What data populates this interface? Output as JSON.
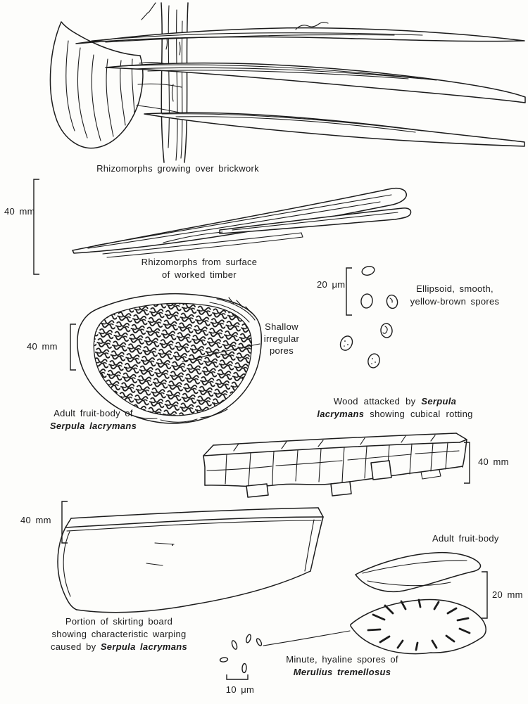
{
  "colors": {
    "ink": "#1c1c1c",
    "paper": "#fdfdfb"
  },
  "captions": {
    "brickwork": "Rhizomorphs growing over brickwork",
    "timber": [
      "Rhizomorphs from surface",
      "of worked timber"
    ],
    "serpula_spores": [
      "Ellipsoid, smooth,",
      "yellow-brown spores"
    ],
    "pores": [
      "Shallow",
      "irregular",
      "pores"
    ],
    "fruitbody": {
      "line1": "Adult fruit-body of",
      "species": "Serpula lacrymans"
    },
    "wood": {
      "pre": "Wood attacked by",
      "species1": "Serpula",
      "species2": "lacrymans",
      "post": "showing cubical rotting"
    },
    "adult_fruitbody": "Adult fruit-body",
    "skirting": {
      "line1": "Portion of skirting board",
      "line2": "showing characteristic warping",
      "line3_pre": "caused by",
      "species": "Serpula lacrymans"
    },
    "merulius": {
      "line1": "Minute, hyaline spores of",
      "species": "Merulius tremellosus"
    }
  },
  "scale_bars": {
    "rhizomorph_timber": "40 mm",
    "spores_serpula": "20 μm",
    "fruitbody": "40 mm",
    "wood": "40 mm",
    "skirting": "40 mm",
    "merulius": "20 mm",
    "spores_merulius": "10 μm"
  }
}
